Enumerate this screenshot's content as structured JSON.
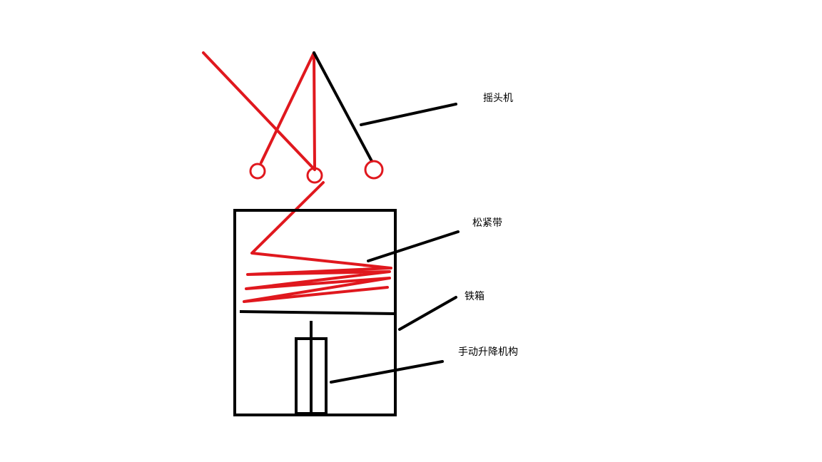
{
  "diagram": {
    "labels": {
      "shaking_machine": "摇头机",
      "tension_strap": "松紧带",
      "iron_box": "铁箱",
      "manual_lift": "手动升降机构"
    },
    "colors": {
      "strap": "#e0181e",
      "outline": "#000000",
      "background": "#ffffff"
    }
  }
}
